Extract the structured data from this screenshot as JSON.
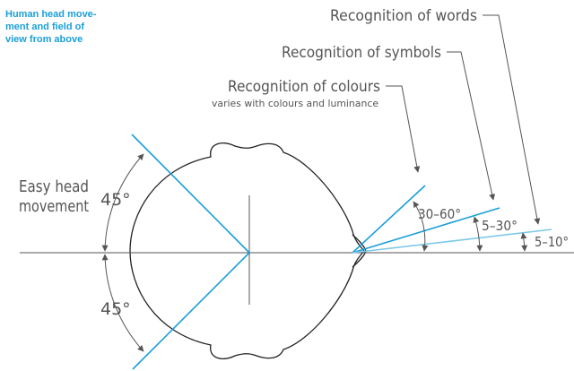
{
  "title_lines": [
    "Human head move-",
    "ment and field of",
    "view from above"
  ],
  "labels": {
    "words": "Recognition of words",
    "symbols": "Recognition of symbols",
    "colours": "Recognition of colours",
    "colours_note": "varies with colours and luminance",
    "easy_head_1": "Easy head",
    "easy_head_2": "movement",
    "angle_upper": "45°",
    "angle_lower": "45°",
    "range_colours": "30–60°",
    "range_symbols": "5–30°",
    "range_words": "5–10°"
  },
  "colors": {
    "accent": "#1a9fd8",
    "accent_light": "#7cc8e8",
    "line": "#555555",
    "outline": "#222222"
  }
}
